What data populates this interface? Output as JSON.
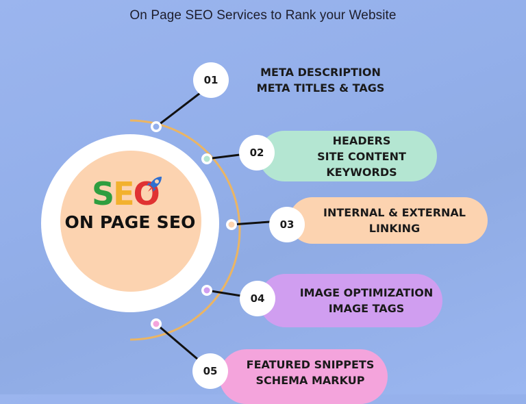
{
  "title": "On Page SEO Services to Rank your Website",
  "center": {
    "logo": {
      "s": "S",
      "e": "E",
      "o": "O"
    },
    "label": "ON PAGE SEO",
    "icon": "rocket-icon"
  },
  "items": [
    {
      "number": "01",
      "lines": [
        "META DESCRIPTION",
        "META TITLES & TAGS"
      ],
      "color": "none"
    },
    {
      "number": "02",
      "lines": [
        "HEADERS",
        "SITE CONTENT",
        "KEYWORDS"
      ],
      "color": "#b4e6d2"
    },
    {
      "number": "03",
      "lines": [
        "INTERNAL & EXTERNAL LINKING"
      ],
      "color": "#fcd3b0"
    },
    {
      "number": "04",
      "lines": [
        "IMAGE OPTIMIZATION",
        "IMAGE TAGS"
      ],
      "color": "#d09ef0"
    },
    {
      "number": "05",
      "lines": [
        "FEATURED SNIPPETS",
        "SCHEMA MARKUP"
      ],
      "color": "#f4a4dc"
    }
  ],
  "colors": {
    "background": "#94b0ec",
    "arc": "#ebb563",
    "center_inner": "#fcd3b0",
    "seo_s": "#2e9e3f",
    "seo_e": "#f2b12e",
    "seo_o": "#e03232",
    "rocket": "#2f6fd0"
  }
}
